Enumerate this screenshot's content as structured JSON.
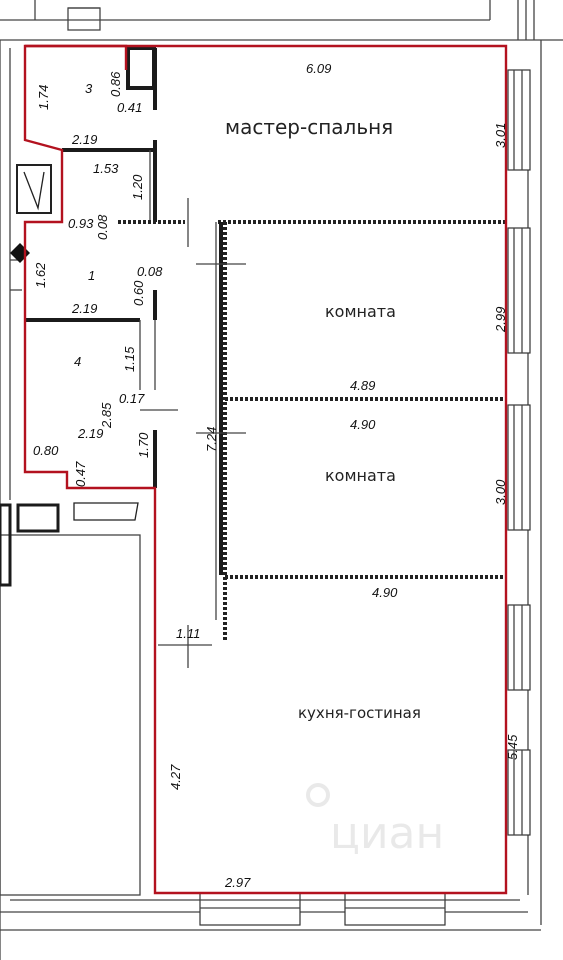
{
  "rooms": {
    "master": "мастер-спальня",
    "room1": "комната",
    "room2": "комната",
    "kitchen": "кухня-гостиная",
    "num1": "1",
    "num3": "3",
    "num4": "4"
  },
  "dims": {
    "d609": "6.09",
    "d301": "3.01",
    "d086": "0.86",
    "d174": "1.74",
    "d041": "0.41",
    "d219a": "2.19",
    "d153": "1.53",
    "d120": "1.20",
    "d093": "0.93",
    "d008a": "0.08",
    "d162": "1.62",
    "d008b": "0.08",
    "d060": "0.60",
    "d219b": "2.19",
    "d299": "2.99",
    "d115": "1.15",
    "d489": "4.89",
    "d285": "2.85",
    "d017": "0.17",
    "d219c": "2.19",
    "d490a": "4.90",
    "d724": "7.24",
    "d170": "1.70",
    "d300": "3.00",
    "d080": "0.80",
    "d047": "0.47",
    "d490b": "4.90",
    "d111": "1.11",
    "d545": "5.45",
    "d427": "4.27",
    "d297": "2.97"
  },
  "watermark": "циан",
  "colors": {
    "outline": "#b3121f",
    "walls": "#1b1b1b"
  }
}
